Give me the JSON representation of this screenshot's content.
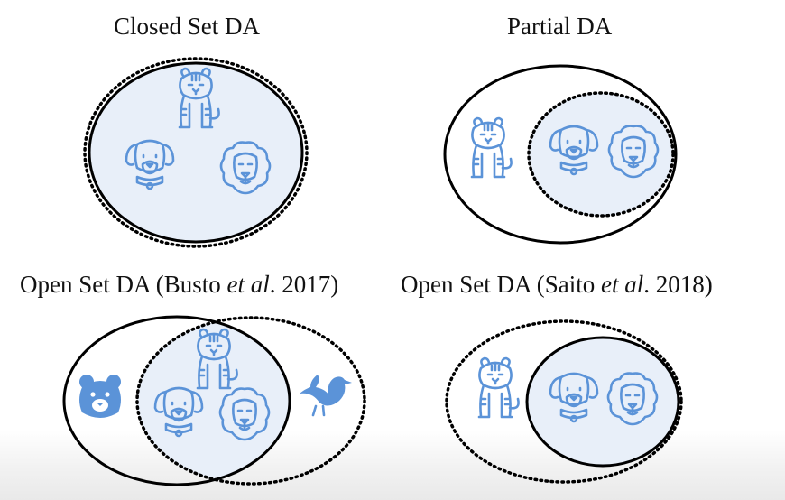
{
  "panels": [
    {
      "id": "closed-set",
      "title": "Closed Set DA"
    },
    {
      "id": "partial",
      "title": "Partial DA"
    },
    {
      "id": "open-set-busto",
      "title_prefix": "Open Set DA (Busto ",
      "title_italic": "et al",
      "title_suffix": ". 2017)"
    },
    {
      "id": "open-set-saito",
      "title_prefix": "Open Set DA (Saito ",
      "title_italic": "et al",
      "title_suffix": ". 2018)"
    }
  ],
  "colors": {
    "shared_fill": "#e8eff9",
    "icon": "#5b93d8",
    "stroke": "#000000"
  },
  "icons": [
    "tiger-icon",
    "dog-icon",
    "lion-icon",
    "bear-icon",
    "bird-icon"
  ]
}
